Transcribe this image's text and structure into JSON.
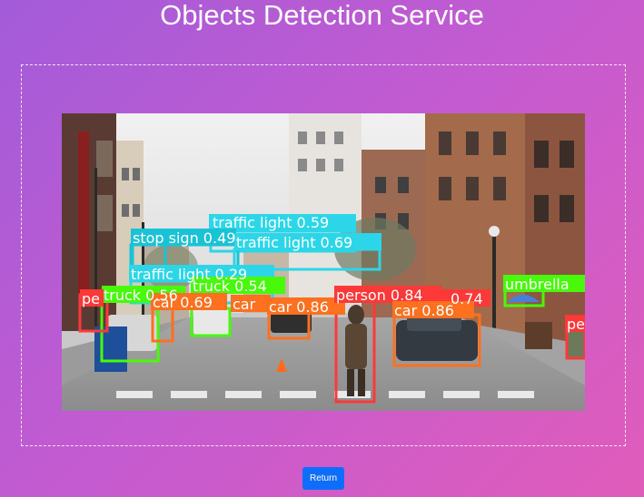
{
  "page": {
    "title": "Objects Detection Service",
    "return_label": "Return"
  },
  "colors": {
    "button": "#0d6efd",
    "person": "#ff3838",
    "car": "#ff701f",
    "truck": "#48f90a",
    "traffic_light": "#2cd6e8",
    "stop_sign": "#1ac2d6",
    "umbrella": "#48f90a"
  },
  "detections": [
    {
      "label": "traffic light 0.59",
      "category": "traffic_light"
    },
    {
      "label": "stop sign 0.49",
      "category": "stop_sign"
    },
    {
      "label": "traffic light 0.69",
      "category": "traffic_light"
    },
    {
      "label": "traffic light 0.29",
      "category": "traffic_light"
    },
    {
      "label": "truck 0.54",
      "category": "truck"
    },
    {
      "label": "truck 0.56",
      "category": "truck"
    },
    {
      "label": "car 0.69",
      "category": "car"
    },
    {
      "label": "car",
      "category": "car"
    },
    {
      "label": "car 0.86",
      "category": "car"
    },
    {
      "label": "person 0.84",
      "category": "person"
    },
    {
      "label": "0.74",
      "category": "person"
    },
    {
      "label": "car 0.86",
      "category": "car"
    },
    {
      "label": "umbrella",
      "category": "umbrella"
    },
    {
      "label": "pe",
      "category": "person"
    },
    {
      "label": "pe",
      "category": "person"
    }
  ]
}
